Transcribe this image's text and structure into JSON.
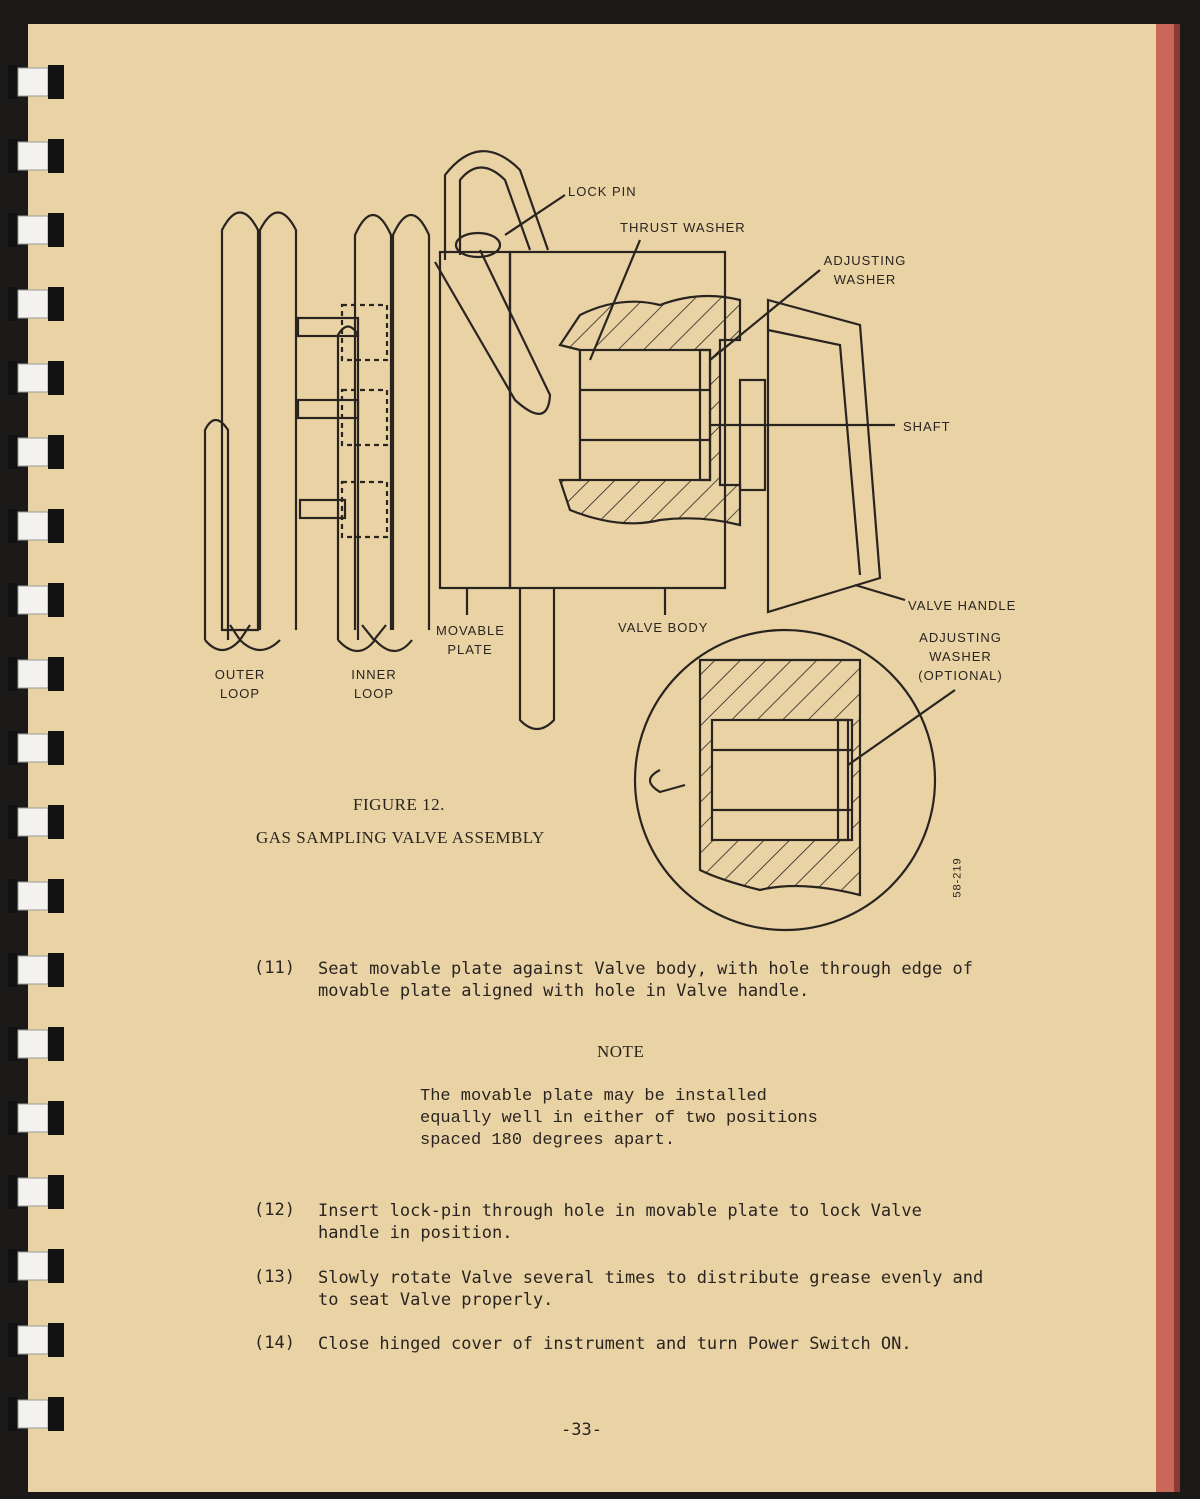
{
  "figure": {
    "labels": {
      "lock_pin": "LOCK PIN",
      "thrust_washer": "THRUST WASHER",
      "adjusting_washer": "ADJUSTING WASHER",
      "shaft": "SHAFT",
      "valve_handle": "VALVE HANDLE",
      "adjusting_washer_optional": "ADJUSTING WASHER (OPTIONAL)",
      "valve_body": "VALVE BODY",
      "movable_plate": "MOVABLE PLATE",
      "outer_loop": "OUTER LOOP",
      "inner_loop": "INNER LOOP",
      "drawing_number": "58-219"
    },
    "caption_number": "FIGURE 12.",
    "caption_title": "GAS SAMPLING VALVE ASSEMBLY"
  },
  "steps": [
    {
      "num": "(11)",
      "text": "Seat movable plate against Valve body, with hole through edge of movable plate aligned with hole in Valve handle."
    },
    {
      "num": "(12)",
      "text": "Insert lock-pin through hole in movable plate to lock Valve handle in position."
    },
    {
      "num": "(13)",
      "text": "Slowly rotate Valve several times to distribute grease evenly and to seat Valve properly."
    },
    {
      "num": "(14)",
      "text": "Close hinged cover of instrument and turn Power Switch ON."
    }
  ],
  "note": {
    "title": "NOTE",
    "text": "The movable plate may be installed equally well in either of two positions spaced 180 degrees apart."
  },
  "page_number": "-33-"
}
